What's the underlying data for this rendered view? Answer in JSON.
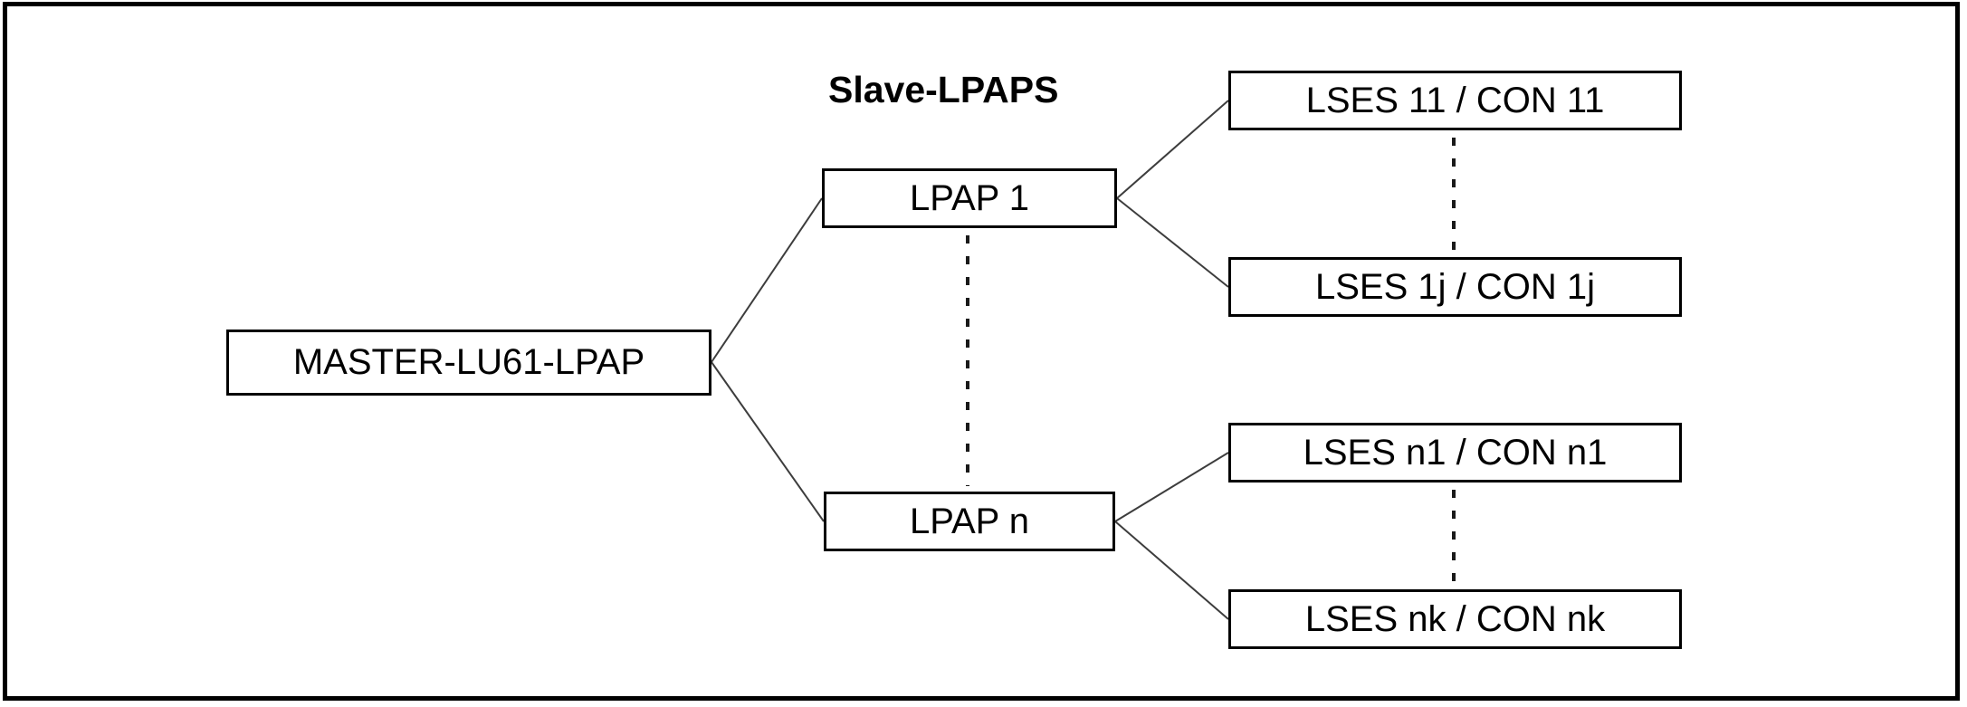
{
  "diagram": {
    "title": "Slave-LPAPS",
    "nodes": {
      "master": {
        "label": "MASTER-LU61-LPAP"
      },
      "lpap_1": {
        "label": "LPAP 1"
      },
      "lpap_n": {
        "label": "LPAP n"
      },
      "lses_11": {
        "label": "LSES 11 / CON 11"
      },
      "lses_1j": {
        "label": "LSES 1j / CON 1j"
      },
      "lses_n1": {
        "label": "LSES n1 / CON n1"
      },
      "lses_nk": {
        "label": "LSES nk / CON nk"
      }
    },
    "edges": [
      {
        "from": "master",
        "to": "lpap_1",
        "style": "solid"
      },
      {
        "from": "master",
        "to": "lpap_n",
        "style": "solid"
      },
      {
        "from": "lpap_1",
        "to": "lses_11",
        "style": "solid"
      },
      {
        "from": "lpap_1",
        "to": "lses_1j",
        "style": "solid"
      },
      {
        "from": "lpap_n",
        "to": "lses_n1",
        "style": "solid"
      },
      {
        "from": "lpap_n",
        "to": "lses_nk",
        "style": "solid"
      },
      {
        "from": "lpap_1",
        "to": "lpap_n",
        "style": "dashed"
      },
      {
        "from": "lses_11",
        "to": "lses_1j",
        "style": "dashed"
      },
      {
        "from": "lses_n1",
        "to": "lses_nk",
        "style": "dashed"
      }
    ],
    "colors": {
      "background": "#ffffff",
      "frame_border": "#000000",
      "box_border": "#000000",
      "text": "#000000",
      "connector_solid": "#3d3d3d",
      "connector_dashed": "#1a1a1a"
    }
  }
}
